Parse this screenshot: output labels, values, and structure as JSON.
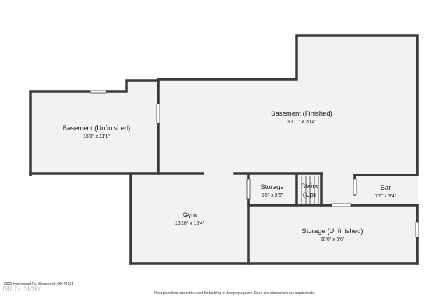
{
  "rooms": {
    "basement_unfinished": {
      "name": "Basement (Unfinished)",
      "dims": "15'1\" x 11'1\""
    },
    "basement_finished": {
      "name": "Basement (Finished)",
      "dims": "30'11\" x 20'4\""
    },
    "gym": {
      "name": "Gym",
      "dims": "13'10\" x 10'4\""
    },
    "storage": {
      "name": "Storage",
      "dims": "5'5\" x 3'6\""
    },
    "stairs": {
      "name_line1": "Stairs",
      "name_line2": "(Up)"
    },
    "bar": {
      "name": "Bar",
      "dims": "7'1\" x 3'4\""
    },
    "storage_unfinished": {
      "name": "Storage (Unfinished)",
      "dims": "20'0\" x 6'6\""
    }
  },
  "footer": {
    "address": "9900 Homestead Rd, Wadsworth, OH 44281",
    "disclaimer": "Floor plans/tour cannot be used for building or design purposes. Sizes and dimensions are approximate."
  },
  "watermark": "MLS Now",
  "colors": {
    "wall": "#3a3a3a",
    "floor": "#f2f2f2",
    "background": "#ffffff"
  }
}
